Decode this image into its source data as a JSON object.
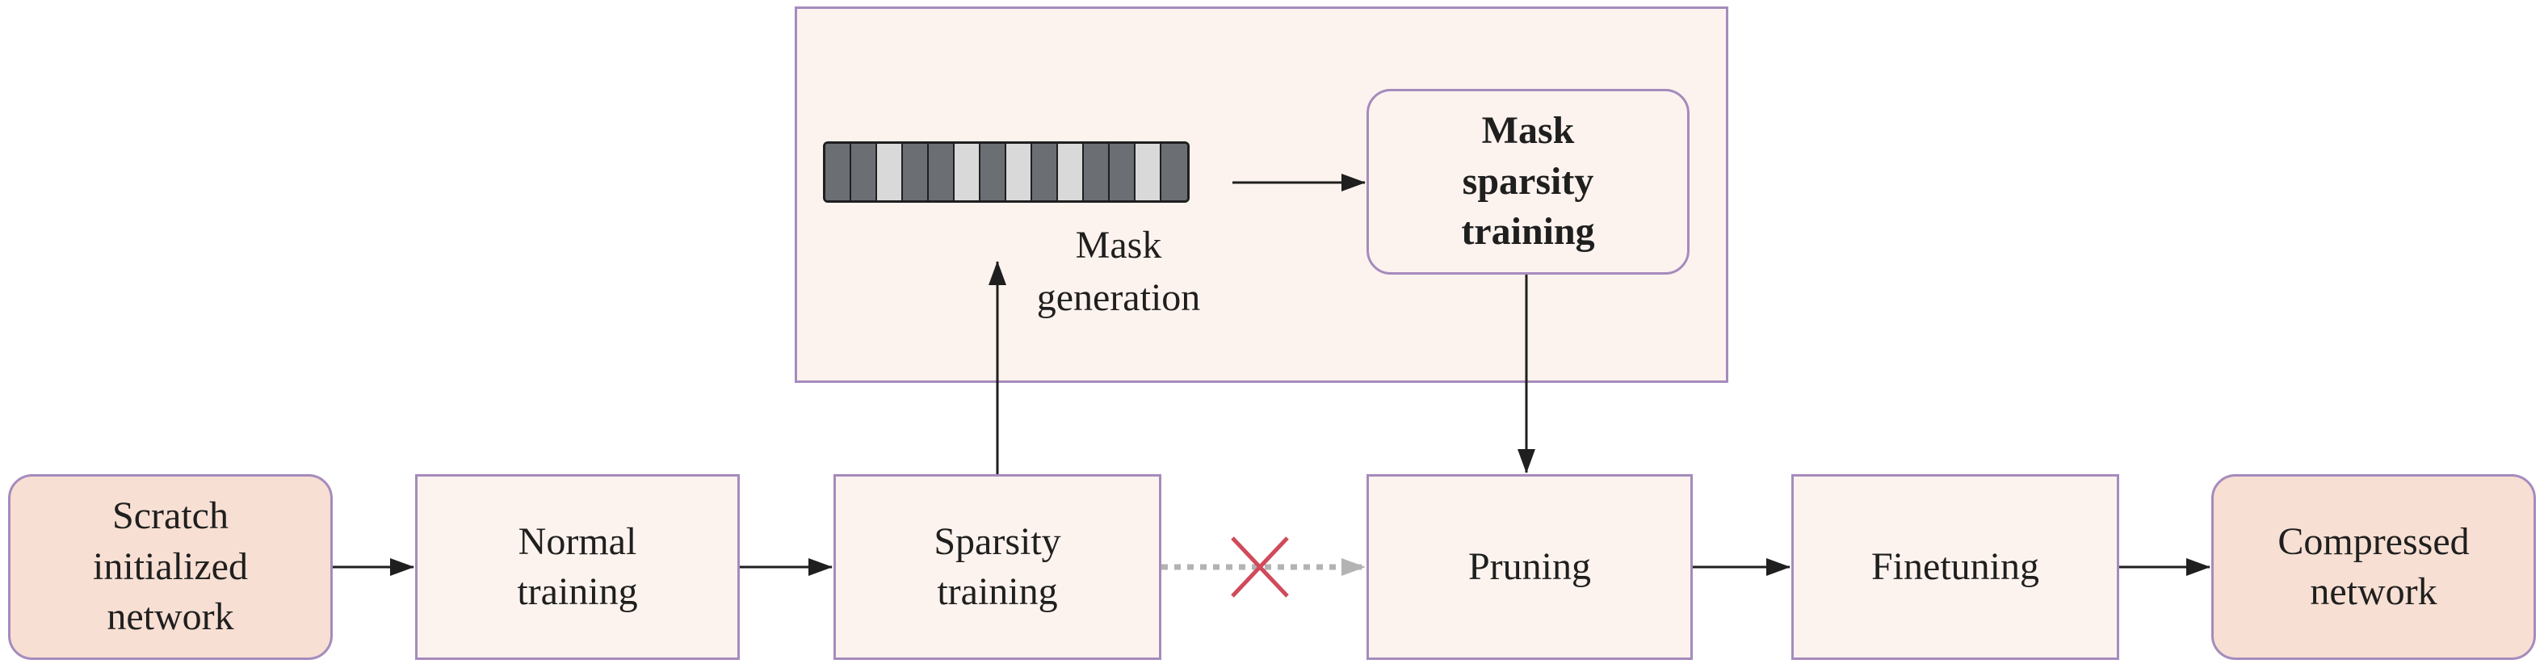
{
  "nodes": {
    "scratch": "Scratch\ninitialized\nnetwork",
    "normal": "Normal\ntraining",
    "sparsity": "Sparsity\ntraining",
    "pruning": "Pruning",
    "finetuning": "Finetuning",
    "compressed": "Compressed\nnetwork",
    "mask_sparsity": "Mask\nsparsity\ntraining",
    "mask_generation": "Mask\ngeneration"
  },
  "mask_pattern": [
    "on",
    "on",
    "off",
    "on",
    "on",
    "off",
    "on",
    "off",
    "on",
    "off",
    "on",
    "on",
    "off",
    "on"
  ],
  "colors": {
    "box_border": "#a58bbd",
    "box_fill": "#fdf3ee",
    "terminal_fill": "#f7dfd3",
    "mask_on": "#6b6e73",
    "mask_off": "#d9d9d9",
    "arrow": "#1f1f1f",
    "skipped_arrow": "#b3b3b3",
    "cross": "#d14a5a"
  }
}
